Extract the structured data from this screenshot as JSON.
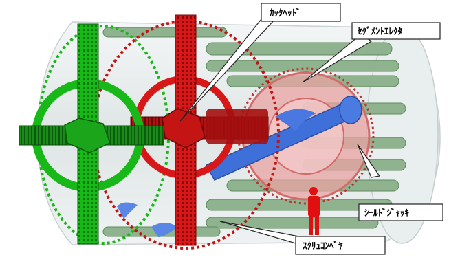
{
  "labels": {
    "cutter_head": "ｶｯﾀﾍｯﾄﾞ",
    "segment_erector": "ｾｸﾞﾒﾝﾄｴﾚｸﾀ",
    "shield_jack": "ｼｰﾙﾄﾞｼﾞｬｯｷ",
    "screw_conveyor": "ｽｸﾘｭｺﾝﾍﾞﾔ"
  },
  "colors": {
    "cutter_front": "#19b819",
    "cutter_rear": "#d81818",
    "segment_erector": "#e57a7a",
    "screw_conveyor": "#3f6fd8",
    "shield_jack": "#7fa77f",
    "shell": "#e8ecec",
    "operator": "#e01010"
  }
}
